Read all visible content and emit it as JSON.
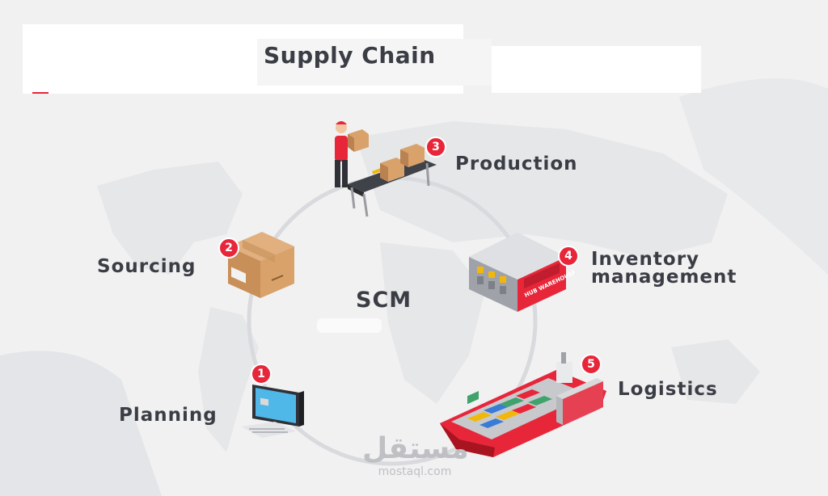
{
  "title": "Supply Chain",
  "center_label": "SCM",
  "steps": [
    {
      "number": "1",
      "label": "Planning"
    },
    {
      "number": "2",
      "label": "Sourcing"
    },
    {
      "number": "3",
      "label": "Production"
    },
    {
      "number": "4",
      "label": "Inventory management",
      "label_line1": "Inventory",
      "label_line2": "management"
    },
    {
      "number": "5",
      "label": "Logistics"
    }
  ],
  "warehouse_sign": "HUB WAREHOUSE",
  "watermark": {
    "arabic": "مستقل",
    "latin": "mostaql.com"
  },
  "colors": {
    "accent": "#e8263a",
    "text": "#3b3d45",
    "background": "#f1f1f2",
    "ring": "#d9dadd"
  },
  "icons": [
    "computer-icon",
    "cardboard-box-icon",
    "conveyor-worker-icon",
    "warehouse-icon",
    "cargo-ship-icon"
  ]
}
